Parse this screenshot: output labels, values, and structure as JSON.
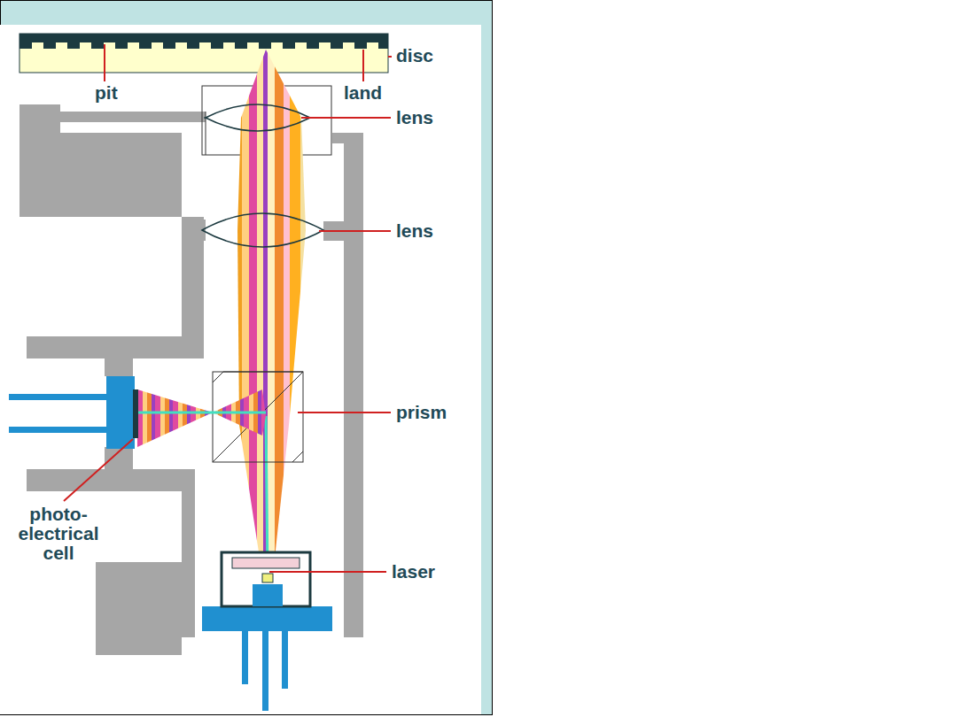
{
  "diagram": {
    "labels": [
      "disc",
      "pit",
      "land",
      "lens",
      "lens",
      "prism",
      "photo- electrical cell",
      "laser"
    ]
  }
}
